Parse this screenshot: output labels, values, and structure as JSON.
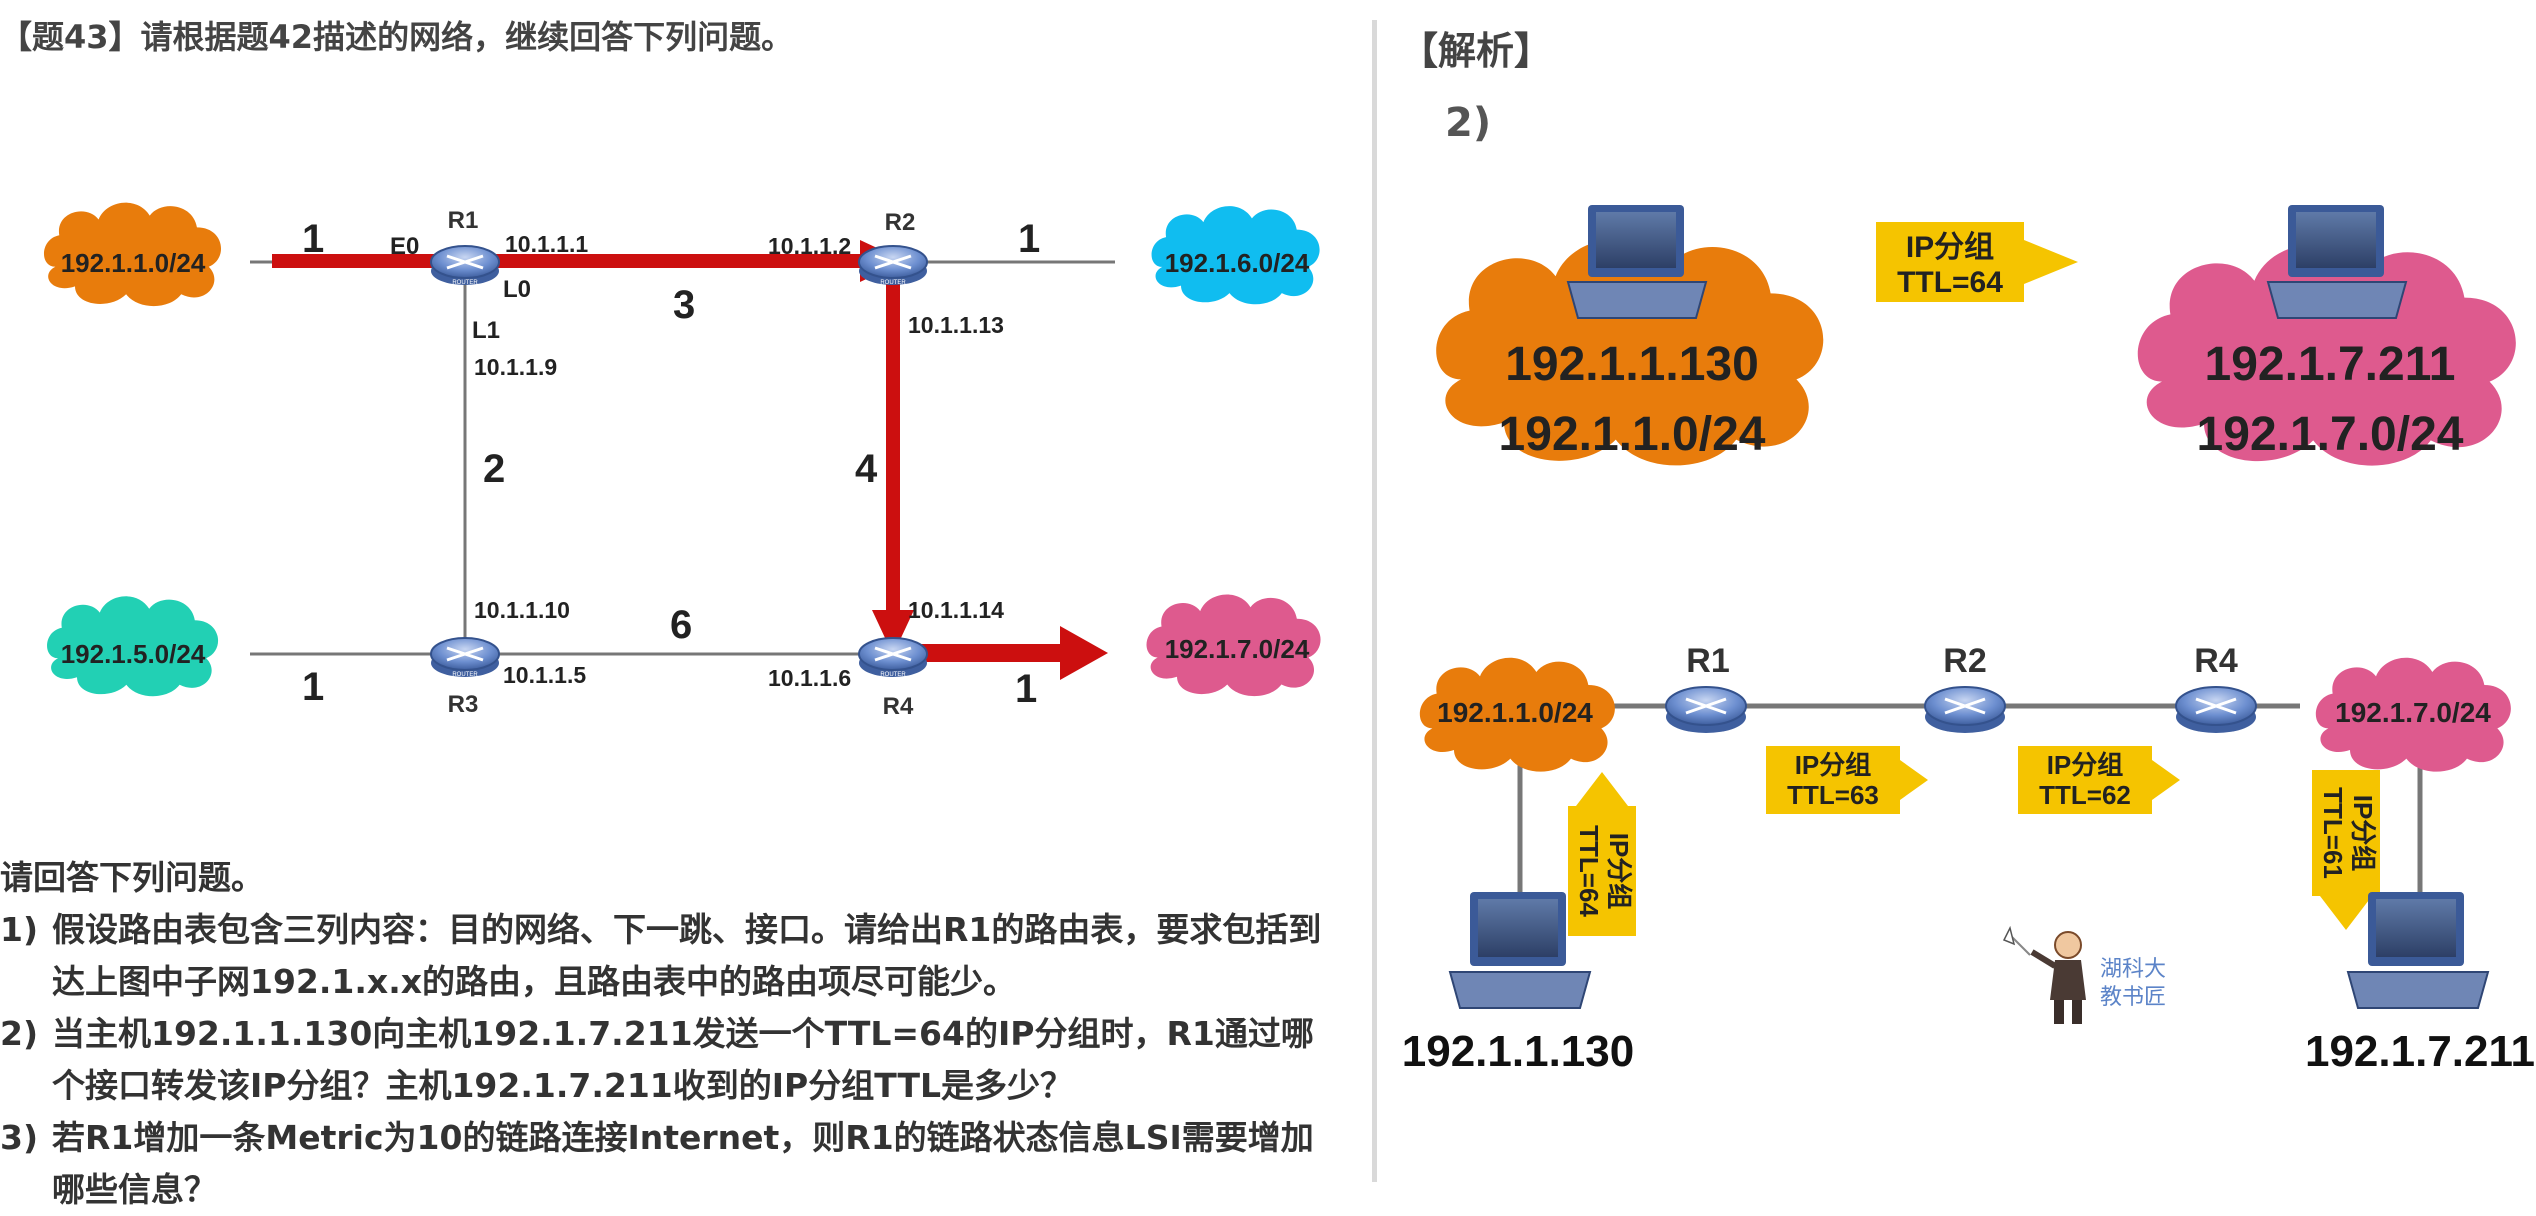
{
  "question_header": "【题43】请根据题42描述的网络，继续回答下列问题。",
  "answer_header": "【解析】",
  "answer_sub": "2)",
  "questions": {
    "intro": "请回答下列问题。",
    "items": [
      {
        "num": "1)",
        "text": "假设路由表包含三列内容：目的网络、下一跳、接口。请给出R1的路由表，要求包括到达上图中子网192.1.x.x的路由，且路由表中的路由项尽可能少。"
      },
      {
        "num": "2)",
        "text": "当主机192.1.1.130向主机192.1.7.211发送一个TTL=64的IP分组时，R1通过哪个接口转发该IP分组？主机192.1.7.211收到的IP分组TTL是多少？"
      },
      {
        "num": "3)",
        "text": "若R1增加一条Metric为10的链路连接Internet，则R1的链路状态信息LSI需要增加哪些信息？"
      }
    ]
  },
  "topology": {
    "routers": [
      "R1",
      "R2",
      "R3",
      "R4"
    ],
    "router_badge": "ROUTER",
    "networks": [
      "192.1.1.0/24",
      "192.1.6.0/24",
      "192.1.5.0/24",
      "192.1.7.0/24"
    ],
    "interfaces": [
      "E0",
      "L0",
      "L1"
    ],
    "ips": [
      "10.1.1.1",
      "10.1.1.2",
      "10.1.1.13",
      "10.1.1.9",
      "10.1.1.10",
      "10.1.1.5",
      "10.1.1.6",
      "10.1.1.14"
    ],
    "metrics": [
      "1",
      "3",
      "1",
      "2",
      "4",
      "1",
      "6",
      "1"
    ]
  },
  "analysis": {
    "src_host_ip": "192.1.1.130",
    "src_net": "192.1.1.0/24",
    "dst_host_ip": "192.1.7.211",
    "dst_net": "192.1.7.0/24",
    "packet_label": "IP分组",
    "ttl_top": "TTL=64",
    "ttl_host": "TTL=64",
    "ttl_r1": "TTL=63",
    "ttl_r2": "TTL=62",
    "ttl_dst": "TTL=61",
    "path_routers": [
      "R1",
      "R2",
      "R4"
    ],
    "watermark": [
      "湖科大",
      "教书匠"
    ]
  },
  "colors": {
    "orange": "#e87c0c",
    "cyan": "#10bdf0",
    "teal": "#22d0b4",
    "pink": "#de5a8e",
    "red_path": "#cc0f0f",
    "yellow_arrow": "#f5c400",
    "router_blue": "#5a7fc4"
  }
}
